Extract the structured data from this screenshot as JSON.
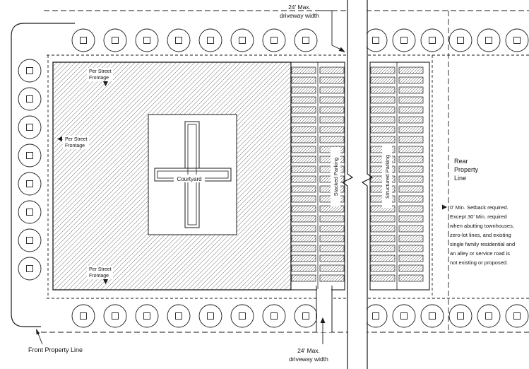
{
  "diagram": {
    "type": "site-plan"
  },
  "labels": {
    "top_driveway": {
      "l1": "24' Max.",
      "l2": "driveway width"
    },
    "bottom_driveway": {
      "l1": "24' Max.",
      "l2": "driveway width"
    },
    "courtyard": "Courtyard",
    "stacked_parking": "Stacked Parking",
    "structured_parking": "Structured Parking",
    "rear_property": {
      "l1": "Rear",
      "l2": "Property",
      "l3": "Line"
    },
    "front_property": "Front Property Line",
    "per_street": {
      "l1": "Per Street",
      "l2": "Frontage"
    }
  },
  "note": {
    "lines": [
      "0' Min. Setback required.",
      "Except 30' Min. required",
      "when abutting townhouses,",
      "zero-lot lines, and existing",
      "single family residential and",
      "an alley or service road is",
      "not existing or proposed."
    ]
  },
  "colors": {
    "ink": "#1a1a1a",
    "background": "#ffffff"
  }
}
